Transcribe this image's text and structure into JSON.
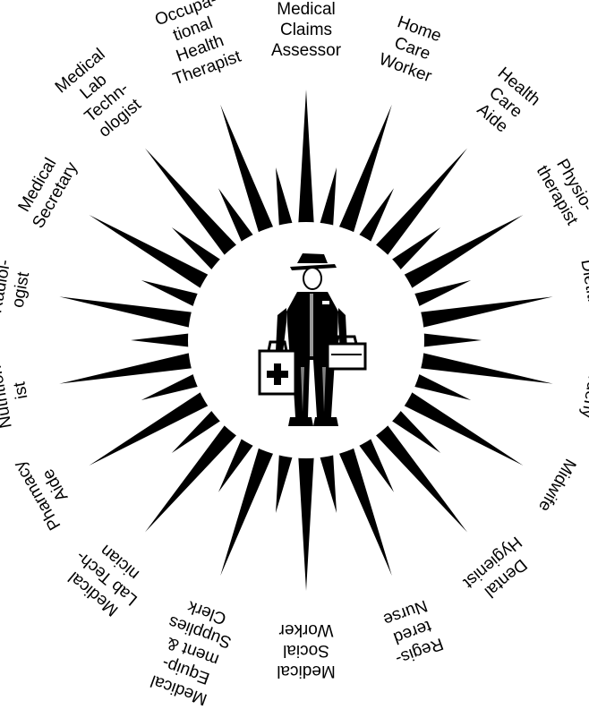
{
  "colors": {
    "star": "#000000",
    "background": "#ffffff",
    "text": "#000000"
  },
  "center_figure": {
    "icon": "health-worker-with-medical-bags-illustration"
  },
  "occupations": [
    {
      "lines": [
        "Medical",
        "Claims",
        "Assessor"
      ]
    },
    {
      "lines": [
        "Home",
        "Care",
        "Worker"
      ]
    },
    {
      "lines": [
        "Health",
        "Care",
        "Aide"
      ]
    },
    {
      "lines": [
        "Physio-",
        "therapist"
      ]
    },
    {
      "lines": [
        "Dietitian"
      ]
    },
    {
      "lines": [
        "Orderly"
      ]
    },
    {
      "lines": [
        "Midwife"
      ]
    },
    {
      "lines": [
        "Dental",
        "Hygienist"
      ]
    },
    {
      "lines": [
        "Regis-",
        "tered",
        "Nurse"
      ]
    },
    {
      "lines": [
        "Medical",
        "Social",
        "Worker"
      ]
    },
    {
      "lines": [
        "Medical",
        "Equip-",
        "ment &",
        "Supplies",
        "Clerk"
      ]
    },
    {
      "lines": [
        "Medical",
        "Lab Tech-",
        "nician"
      ]
    },
    {
      "lines": [
        "Pharmacy",
        "Aide"
      ]
    },
    {
      "lines": [
        "Nutrition-",
        "ist"
      ]
    },
    {
      "lines": [
        "Radiol-",
        "ogist"
      ]
    },
    {
      "lines": [
        "Medical",
        "Secretary"
      ]
    },
    {
      "lines": [
        "Medical",
        "Lab",
        "Techn-",
        "ologist"
      ]
    },
    {
      "lines": [
        "Occupa-",
        "tional",
        "Health",
        "Therapist"
      ]
    }
  ]
}
